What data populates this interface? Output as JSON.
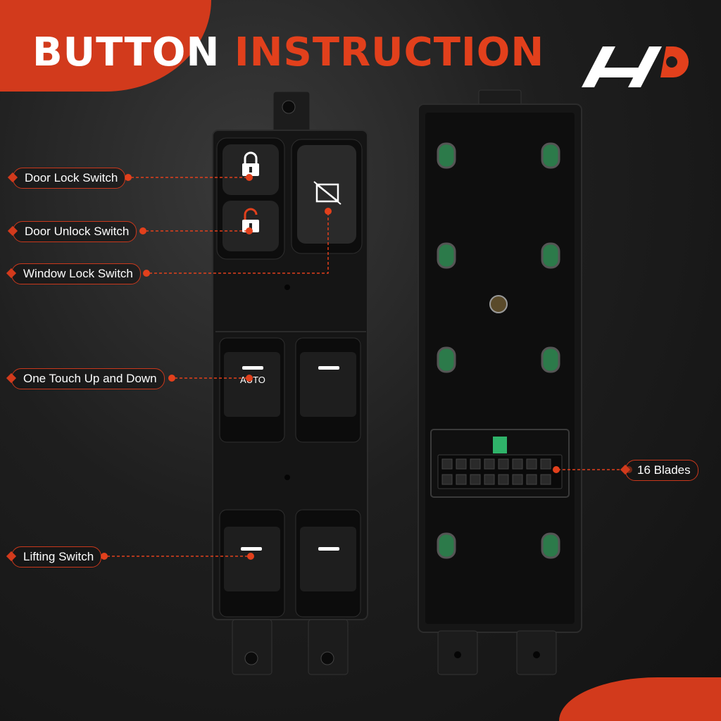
{
  "header": {
    "title_white": "BUTTON",
    "title_orange": "INSTRUCTION"
  },
  "labels": {
    "door_lock": "Door Lock Switch",
    "door_unlock": "Door Unlock Switch",
    "window_lock": "Window Lock Switch",
    "one_touch": "One Touch Up and Down",
    "lifting": "Lifting Switch",
    "blades": "16 Blades"
  },
  "switch_text": {
    "auto": "AUTO"
  },
  "colors": {
    "accent": "#d23a1c",
    "title_orange": "#e2401c",
    "text": "#ffffff"
  },
  "icons": [
    "lock-icon",
    "unlock-icon",
    "window-lock-icon",
    "brand-logo"
  ]
}
